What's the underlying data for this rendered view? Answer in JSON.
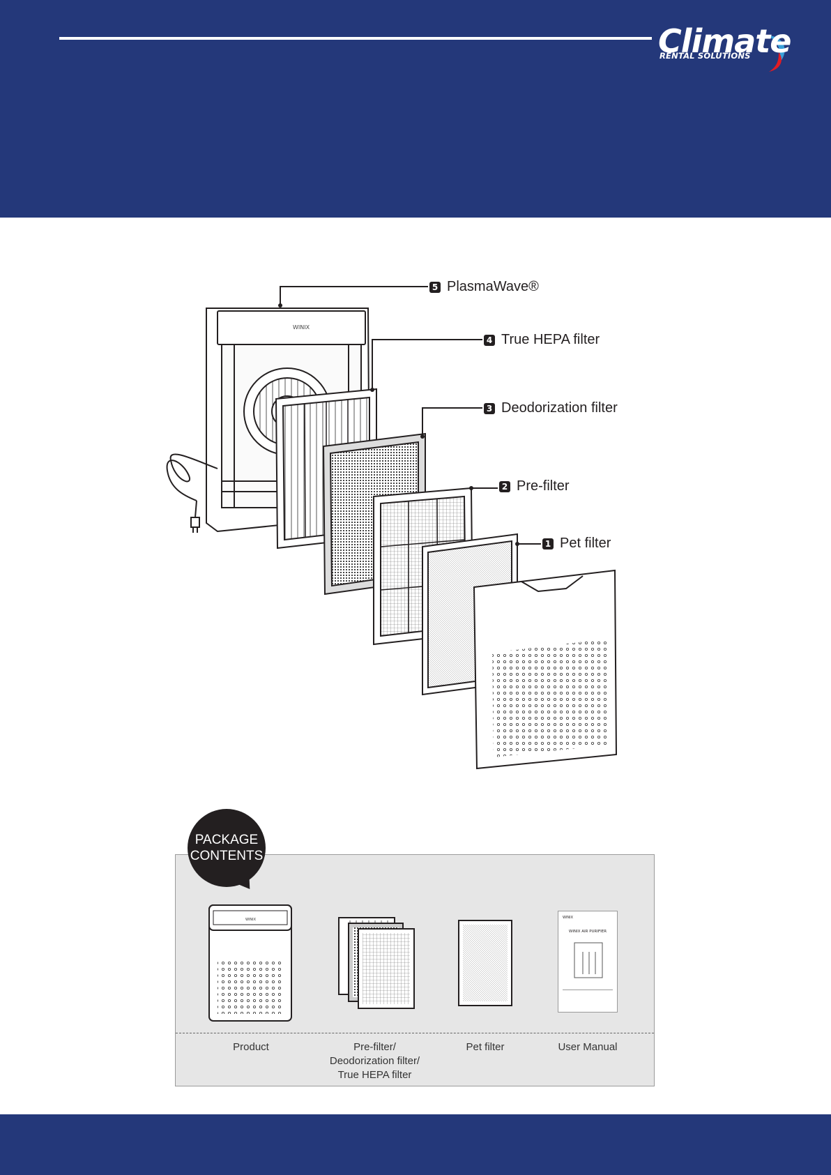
{
  "header": {
    "logo": {
      "word": "Climate",
      "sub": "RENTAL SOLUTIONS"
    },
    "colors": {
      "band": "#24387a",
      "logo_red": "#e31b23",
      "logo_blue": "#3aa0d8"
    }
  },
  "diagram": {
    "callouts": [
      {
        "num": "5",
        "label": "PlasmaWave®"
      },
      {
        "num": "4",
        "label": "True HEPA filter"
      },
      {
        "num": "3",
        "label": "Deodorization filter"
      },
      {
        "num": "2",
        "label": "Pre-filter"
      },
      {
        "num": "1",
        "label": "Pet filter"
      }
    ],
    "unit_brand": "WINIX"
  },
  "package": {
    "badge": "PACKAGE\nCONTENTS",
    "items": [
      {
        "icon": "product-illustration",
        "label": "Product"
      },
      {
        "icon": "filter-set-illustration",
        "label": "Pre-filter/\nDeodorization filter/\nTrue HEPA filter"
      },
      {
        "icon": "pet-filter-illustration",
        "label": "Pet filter"
      },
      {
        "icon": "user-manual-illustration",
        "label": "User Manual"
      }
    ],
    "manual_title": "WINIX AIR PURIFIER"
  }
}
